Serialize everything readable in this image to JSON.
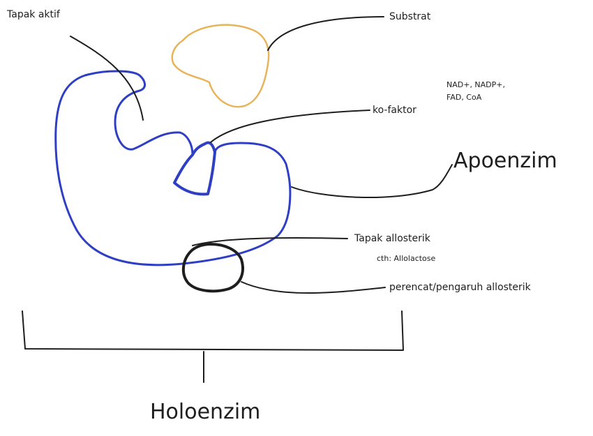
{
  "labels": {
    "active_site": "Tapak aktif",
    "substrate": "Substrat",
    "cofactor_examples_line1": "NAD+, NADP+,",
    "cofactor_examples_line2": "FAD, CoA",
    "cofactor": "ko-faktor",
    "apoenzyme": "Apoenzim",
    "allosteric_site": "Tapak allosterik",
    "allosteric_example": "cth: Allolactose",
    "allosteric_effector": "perencat/pengaruh allosterik",
    "holoenzyme": "Holoenzim"
  },
  "colors": {
    "enzyme_stroke": "#2f3fc4",
    "enzyme_fill": "#c4ccf2",
    "substrate_stroke": "#e8b45a",
    "substrate_fill": "#fbe3b2",
    "cofactor_fill": "#f6c6d0",
    "effector_fill": "#d9efc4",
    "ink": "#1e1e1e"
  }
}
